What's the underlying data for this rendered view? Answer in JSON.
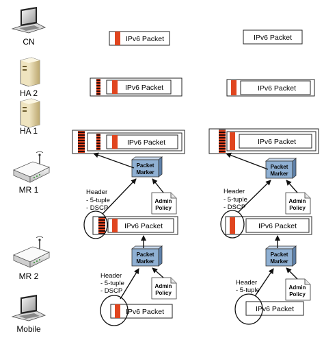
{
  "nodes": [
    {
      "label": "CN",
      "icon": "laptop-icon"
    },
    {
      "label": "HA 2",
      "icon": "server-icon"
    },
    {
      "label": "HA 1",
      "icon": "server-icon"
    },
    {
      "label": "MR 1",
      "icon": "router-icon"
    },
    {
      "label": "MR 2",
      "icon": "router-icon"
    },
    {
      "label": "Mobile",
      "icon": "laptop-icon"
    }
  ],
  "packet_label": "IPv6 Packet",
  "marker": {
    "line1": "Packet",
    "line2": "Marker"
  },
  "policy": {
    "line1": "Admin",
    "line2": "Policy"
  },
  "header_annotations": {
    "left_upper": [
      "Header",
      "- 5-tuple",
      "- DSCP"
    ],
    "left_lower": [
      "Header",
      "- 5-tuple",
      "- DSCP"
    ],
    "right_upper": [
      "Header",
      "- 5-tuple",
      "- DSCP"
    ],
    "right_lower": [
      "Header",
      "- 5-tuple"
    ]
  },
  "colors": {
    "accent_red": "#e0451f",
    "marker_fill": "#8fb0d3",
    "marker_side": "#5f82ab",
    "stripe_dark": "#2a0a0a",
    "outline": "#222222"
  }
}
